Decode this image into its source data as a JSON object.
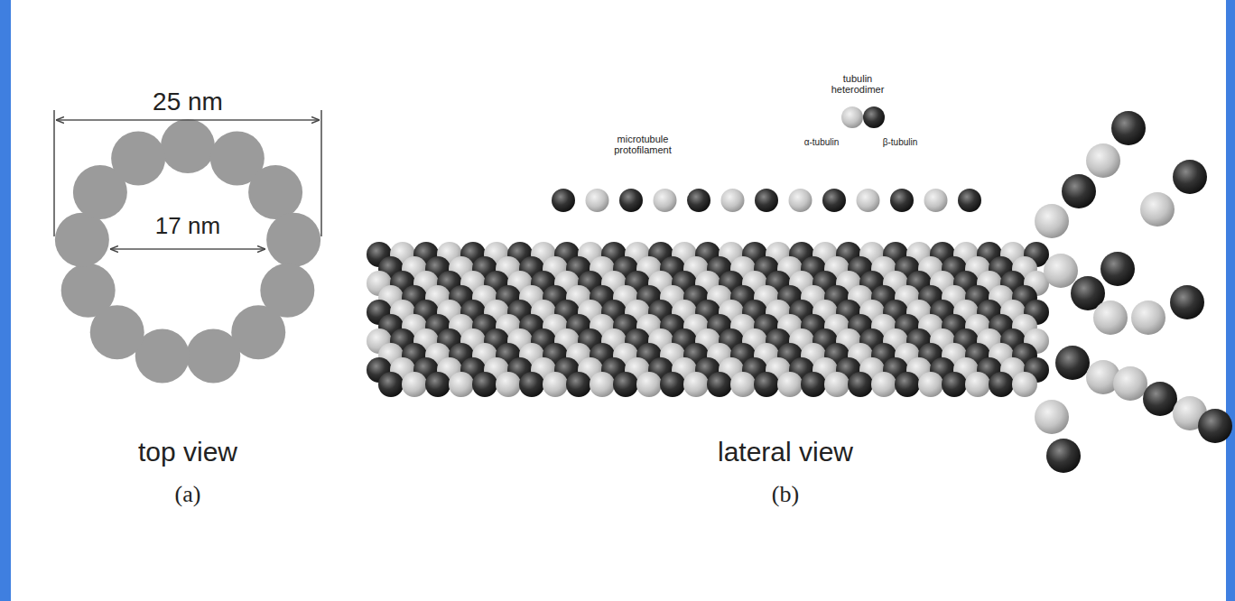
{
  "diagram": {
    "labels": [
      "25 nm",
      "17 nm",
      "microtubule protofilament",
      "tubulin heterodimer",
      "α-tubulin",
      "β-tubulin",
      "top view",
      "(a)",
      "lateral view",
      "(b)"
    ]
  }
}
